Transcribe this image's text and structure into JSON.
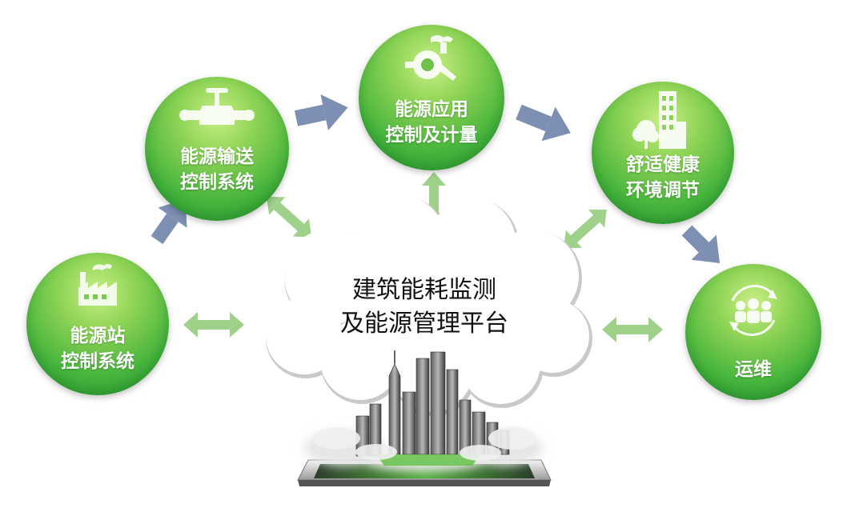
{
  "platform": {
    "line1": "建筑能耗监测",
    "line2": "及能源管理平台"
  },
  "nodes": {
    "station": {
      "line1": "能源站",
      "line2": "控制系统",
      "icon": "factory-icon"
    },
    "transport": {
      "line1": "能源输送",
      "line2": "控制系统",
      "icon": "valve-icon"
    },
    "application": {
      "line1": "能源应用",
      "line2": "控制及计量",
      "icon": "wrench-gear-icon"
    },
    "comfort": {
      "line1": "舒适健康",
      "line2": "环境调节",
      "icon": "building-tree-icon"
    },
    "operation": {
      "line1": "运维",
      "icon": "people-cycle-icon"
    }
  },
  "colors": {
    "node_green": "#46b43c",
    "flow_arrow": "#7d8fb3",
    "link_arrow": "#9fd18a"
  }
}
